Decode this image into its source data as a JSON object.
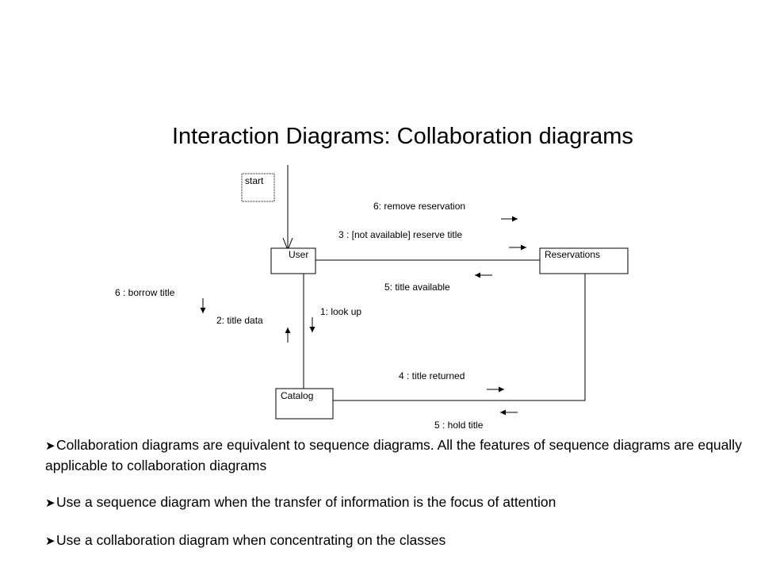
{
  "title": "Interaction Diagrams: Collaboration diagrams",
  "diagram": {
    "start": "start",
    "objects": {
      "user": "User",
      "reservations": "Reservations",
      "catalog": "Catalog"
    },
    "messages": {
      "m6_remove": "6: remove reservation",
      "m3_reserve": "3 : [not available] reserve title",
      "m5_available": "5: title available",
      "m6_borrow": "6 : borrow title",
      "m2_data": "2: title data",
      "m1_lookup": "1: look up",
      "m4_returned": "4 : title returned",
      "m5_hold": "5 : hold title"
    }
  },
  "bullets": [
    "Collaboration diagrams are equivalent to sequence diagrams. All the features of sequence diagrams are equally applicable to collaboration diagrams",
    "Use a sequence diagram when the transfer of information is the focus of attention",
    "Use a collaboration diagram when concentrating on the classes"
  ]
}
